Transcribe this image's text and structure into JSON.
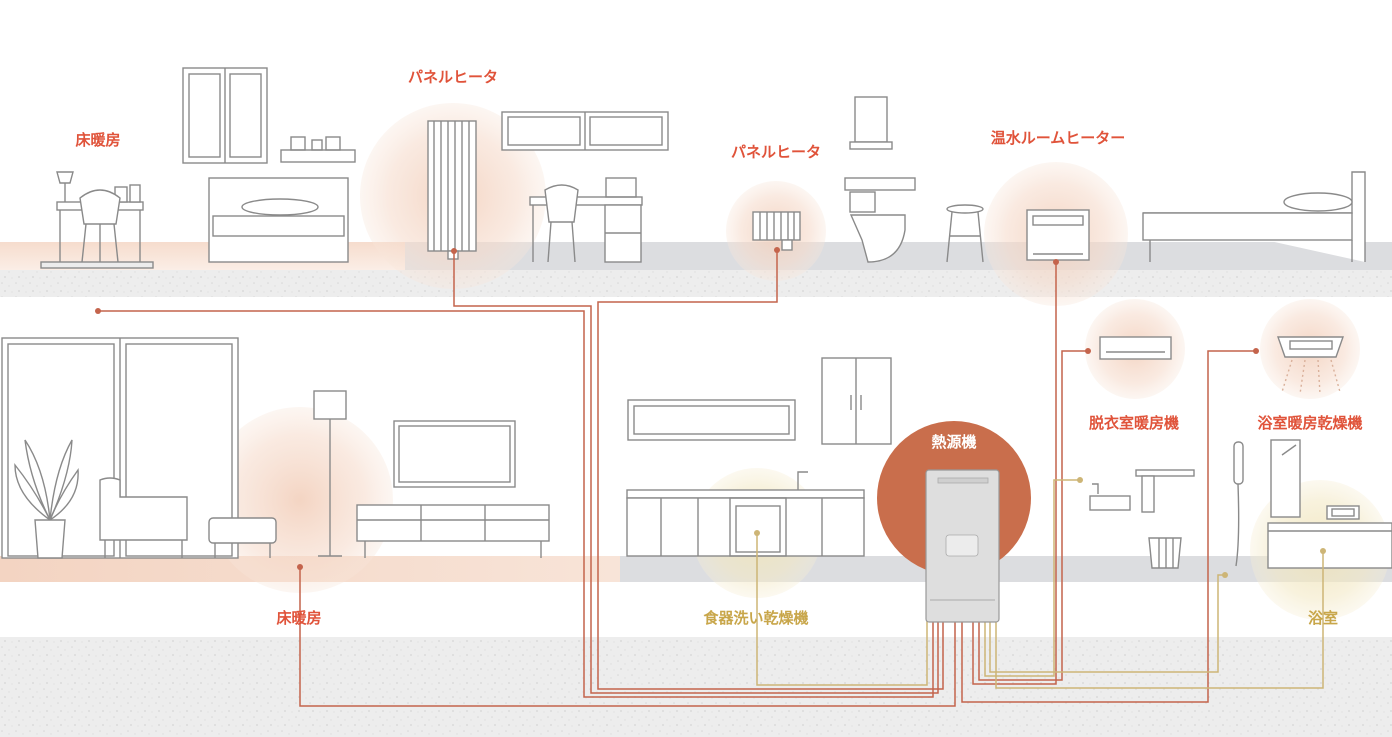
{
  "labels": {
    "floor_heating_upper": "床暖房",
    "panel_heater_1": "パネルヒータ",
    "panel_heater_2": "パネルヒータ",
    "hot_water_room_heater": "温水ルームヒーター",
    "changing_room_heater": "脱衣室暖房機",
    "bathroom_dryer": "浴室暖房乾燥機",
    "heat_source": "熱源機",
    "floor_heating_lower": "床暖房",
    "dishwasher": "食器洗い乾燥機",
    "bathroom": "浴室"
  },
  "colors": {
    "heating_red": "#e0533a",
    "hot_water_gold": "#c8a64a",
    "pipe_red": "#c4644c",
    "pipe_gold": "#cdb576",
    "heat_source_fill": "#c96e4c",
    "floor_band": "#dcdde0",
    "slab": "#ececec",
    "line_art": "#8a8a8a"
  }
}
